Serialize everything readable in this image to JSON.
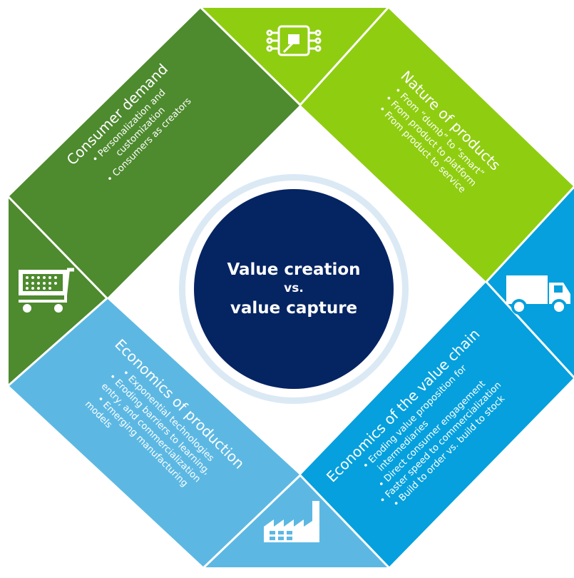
{
  "center": {
    "line1": "Value creation",
    "line2": "vs.",
    "line3": "value capture"
  },
  "quadrants": {
    "consumer_demand": {
      "title": "Consumer demand",
      "bullets": [
        "• Personalization and",
        "customization",
        "• Consumers as creators"
      ]
    },
    "nature_of_products": {
      "title": "Nature of products",
      "bullets": [
        "• From “dumb” to “smart”",
        "• From product to platform",
        "• From product to service"
      ]
    },
    "economics_of_production": {
      "title": "Economics of production",
      "bullets": [
        "• Exponential technologies",
        "• Eroding barriers to learning,",
        "entry, and commercialization",
        "• Emerging manufacturing",
        "models"
      ]
    },
    "economics_of_value_chain": {
      "title": "Economics of the value chain",
      "bullets": [
        "• Eroding value proposition for",
        "intermediaries",
        "• Direct consumer engagement",
        "• Faster speed to commercialization",
        "• Build to order vs. build to stock"
      ]
    }
  },
  "icons": {
    "top": "chip-icon",
    "left": "shopping-cart-icon",
    "right": "truck-icon",
    "bottom": "factory-icon"
  },
  "colors": {
    "dark_green": "#4e8a2e",
    "lime_green": "#8fcd11",
    "blue": "#05a0dd",
    "light_blue": "#5cb8e3",
    "navy": "#052462",
    "ring": "#dbe9f5"
  }
}
